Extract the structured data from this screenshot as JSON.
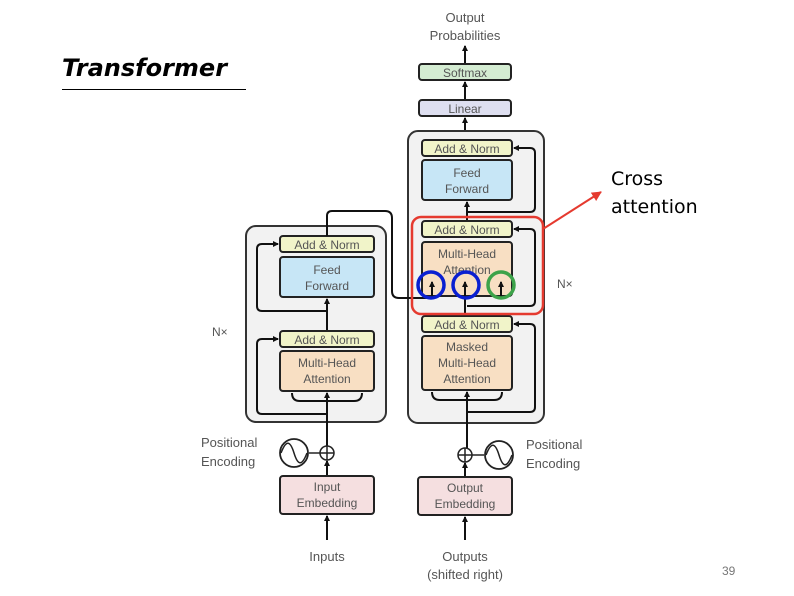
{
  "slide": {
    "title": "Transformer",
    "page_number": "39"
  },
  "annotation": {
    "label_line1": "Cross",
    "label_line2": "attention",
    "highlight_color": "#e53a2f",
    "query_marker_color": "#0a1fd1",
    "value_marker_color": "#3da34a"
  },
  "diagram": {
    "output_probabilities": [
      "Output",
      "Probabilities"
    ],
    "softmax": "Softmax",
    "linear": "Linear",
    "encoder": {
      "repeat": "N×",
      "add_norm_top": "Add & Norm",
      "feed_forward": [
        "Feed",
        "Forward"
      ],
      "add_norm_bottom": "Add & Norm",
      "attention": [
        "Multi-Head",
        "Attention"
      ],
      "positional_encoding": [
        "Positional",
        "Encoding"
      ],
      "embedding": [
        "Input",
        "Embedding"
      ],
      "input_label": "Inputs"
    },
    "decoder": {
      "repeat": "N×",
      "add_norm_top": "Add & Norm",
      "feed_forward": [
        "Feed",
        "Forward"
      ],
      "add_norm_mid": "Add & Norm",
      "cross_attention": [
        "Multi-Head",
        "Attention"
      ],
      "add_norm_bottom": "Add & Norm",
      "masked_attention": [
        "Masked",
        "Multi-Head",
        "Attention"
      ],
      "positional_encoding": [
        "Positional",
        "Encoding"
      ],
      "embedding": [
        "Output",
        "Embedding"
      ],
      "output_label": [
        "Outputs",
        "(shifted right)"
      ]
    },
    "colors": {
      "add_norm": "#f1f4c9",
      "feed_forward": "#c7e6f6",
      "attention": "#f8dfc3",
      "embedding": "#f5dfe0",
      "softmax": "#d4ecd2",
      "linear": "#dedff0",
      "block_bg": "#f2f2f2"
    }
  }
}
